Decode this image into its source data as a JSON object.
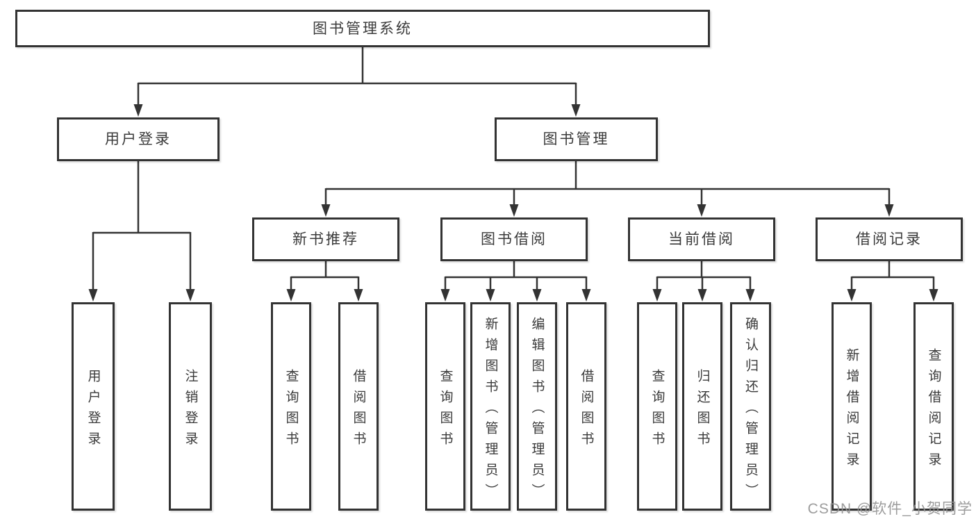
{
  "diagram": {
    "root": {
      "label": "图书管理系统"
    },
    "branches": [
      {
        "label": "用户登录",
        "children": [
          {
            "label": "用户登录"
          },
          {
            "label": "注销登录"
          }
        ]
      },
      {
        "label": "图书管理",
        "children": [
          {
            "label": "新书推荐",
            "children": [
              {
                "label": "查询图书"
              },
              {
                "label": "借阅图书"
              }
            ]
          },
          {
            "label": "图书借阅",
            "children": [
              {
                "label": "查询图书"
              },
              {
                "label": "新增图书（管理员）"
              },
              {
                "label": "编辑图书（管理员）"
              },
              {
                "label": "借阅图书"
              }
            ]
          },
          {
            "label": "当前借阅",
            "children": [
              {
                "label": "查询图书"
              },
              {
                "label": "归还图书"
              },
              {
                "label": "确认归还（管理员）"
              }
            ]
          },
          {
            "label": "借阅记录",
            "children": [
              {
                "label": "新增借阅记录"
              },
              {
                "label": "查询借阅记录"
              }
            ]
          }
        ]
      }
    ],
    "watermark": "CSDN @软件_小贺同学"
  }
}
